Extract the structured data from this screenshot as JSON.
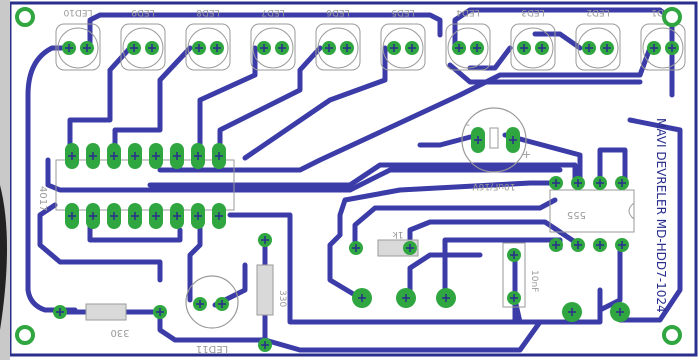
{
  "board": {
    "title": "MAVI DEVRELER MD-HDD7-1024",
    "colors": {
      "background": "#ffffff",
      "edge": "#2a2f8e",
      "trace": "#3c3ca8",
      "pad": "#2fa63f",
      "pad_hole": "#2a2f8e",
      "silkscreen": "#9a9a9a",
      "outline": "#555555"
    }
  },
  "leds": [
    {
      "ref": "LED10"
    },
    {
      "ref": "LED9"
    },
    {
      "ref": "LED8"
    },
    {
      "ref": "LED7"
    },
    {
      "ref": "LED6"
    },
    {
      "ref": "LED5"
    },
    {
      "ref": "LED4"
    },
    {
      "ref": "LED3"
    },
    {
      "ref": "LED2"
    },
    {
      "ref": "LED1"
    }
  ],
  "components": {
    "led_bottom": "LED11",
    "resistor_bottom": "330",
    "resistor_vertical": "330",
    "resistor_mid": "1k",
    "capacitor_small": "10nF",
    "capacitor_elec": "10uF/16V",
    "ic_left": "4017",
    "ic_right": "555",
    "polarity_plus": "+",
    "polarity_minus": "-"
  }
}
